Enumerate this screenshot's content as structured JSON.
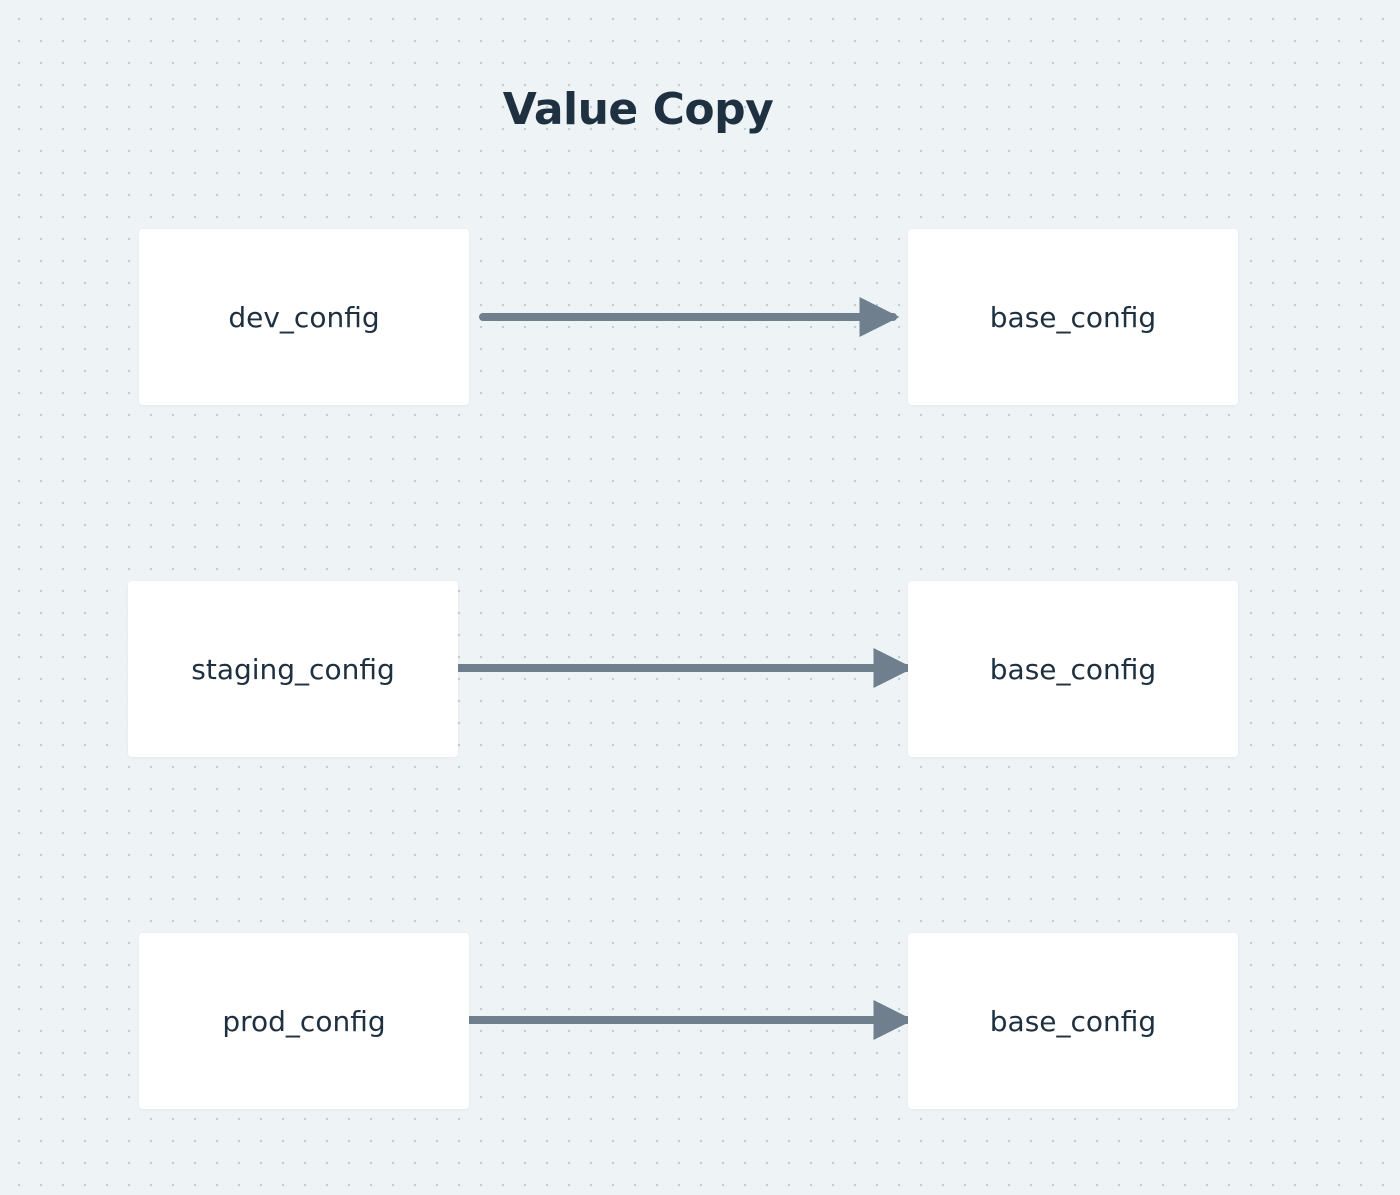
{
  "title": "Value Copy",
  "colors": {
    "background": "#eef3f6",
    "dots": "#c3cdd5",
    "node_fill": "#ffffff",
    "text": "#1f3040",
    "arrow": "#6f7f8d"
  },
  "rows": [
    {
      "source": "dev_config",
      "target": "base_config"
    },
    {
      "source": "staging_config",
      "target": "base_config"
    },
    {
      "source": "prod_config",
      "target": "base_config"
    }
  ]
}
